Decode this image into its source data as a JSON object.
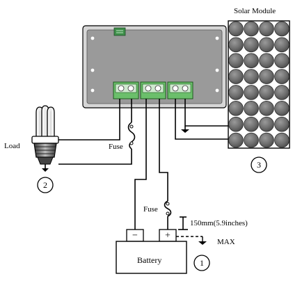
{
  "labels": {
    "solar_module": "Solar Module",
    "load": "Load",
    "fuse_load": "Fuse",
    "fuse_battery": "Fuse",
    "battery": "Battery",
    "distance": "150mm(5.9inches)",
    "max": "MAX"
  },
  "markers": {
    "battery_number": "1",
    "load_number": "2",
    "solar_number": "3"
  },
  "battery_terminals": {
    "negative": "−",
    "positive": "+"
  }
}
